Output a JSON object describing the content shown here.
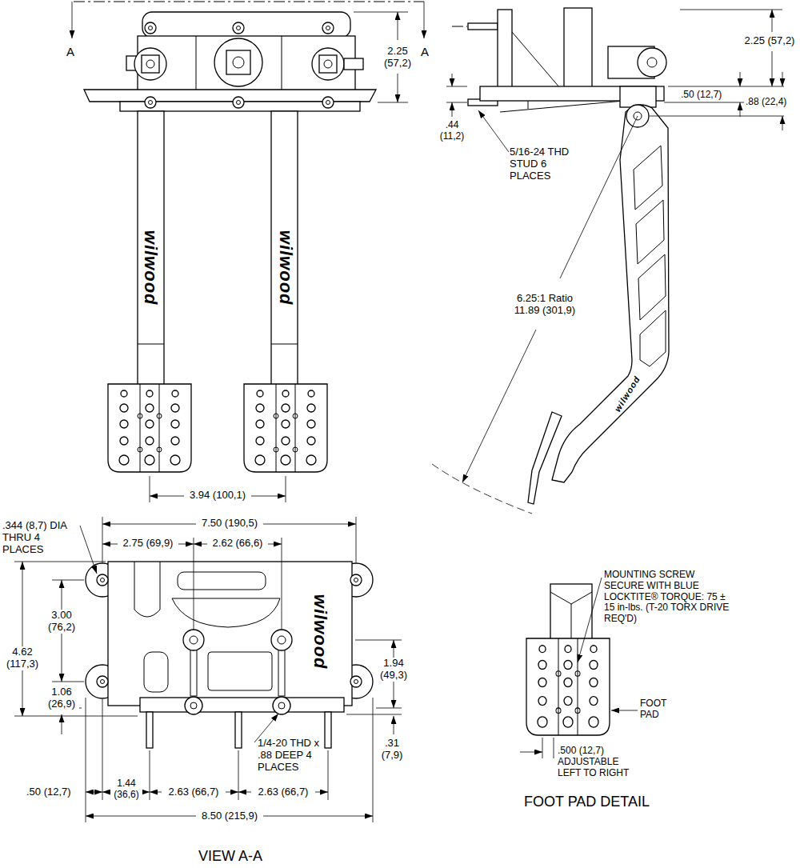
{
  "diagram": {
    "labels": [
      "A",
      "A",
      "2.25 (57,2)",
      "wilwood",
      "wilwood",
      "3.94 (100,1)",
      "2.25 (57,2)",
      ".50 (12,7)",
      ".88 (22,4)",
      ".44 (11,2)",
      "5/16-24 THD STUD 6 PLACES",
      "6.25:1 Ratio 11.89 (301,9)",
      "wilwood",
      ".344 (8,7) DIA THRU 4 PLACES",
      "7.50 (190,5)",
      "2.75 (69,9)",
      "2.62 (66,6)",
      "3.00 (76,2)",
      "4.62 (117,3)",
      "wilwood",
      "1.94 (49,3)",
      "1.06 (26,9)",
      ".31 (7,9)",
      "1/4-20 THD x .88 DEEP 4 PLACES",
      ".50 (12,7)",
      "1.44 (36,6)",
      "2.63 (66,7)",
      "2.63 (66,7)",
      "8.50 (215,9)",
      "VIEW A-A",
      "MOUNTING SCREW SECURE WITH BLUE LOCKTITE® TORQUE: 75 ± 15 in-lbs. (T-20 TORX DRIVE REQ'D)",
      "FOOT PAD",
      ".500 (12,7) ADJUSTABLE LEFT TO RIGHT",
      "FOOT PAD DETAIL"
    ]
  }
}
